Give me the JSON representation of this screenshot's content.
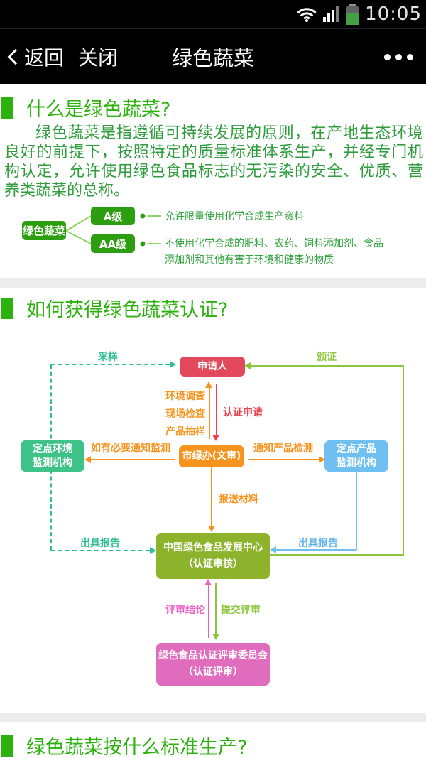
{
  "status_bar": {
    "time": "10:05",
    "icons": [
      "wifi-icon",
      "signal-bars-icon",
      "battery-icon"
    ]
  },
  "nav_bar": {
    "back": "返回",
    "close": "关闭",
    "title": "绿色蔬菜",
    "icons": [
      "chevron-left-icon",
      "ellipsis-menu-icon"
    ]
  },
  "section_what": {
    "title": "什么是绿色蔬菜?",
    "paragraph": "绿色蔬菜是指遵循可持续发展的原则，在产地生态环境良好的前提下，按照特定的质量标准体系生产，并经专门机构认定，允许使用绿色食品标志的无污染的安全、优质、营养类蔬菜的总称。"
  },
  "classification": {
    "root": "绿色蔬菜",
    "levels": [
      {
        "label": "A级",
        "desc": "允许限量使用化学合成生产资料"
      },
      {
        "label": "AA级",
        "desc": "不使用化学合成的肥料、农药、饲料添加剂、食品添加剂和其他有害于环境和健康的物质"
      }
    ]
  },
  "section_cert": {
    "title": "如何获得绿色蔬菜认证?"
  },
  "flowchart": {
    "nodes": {
      "applicant": "申请人",
      "office": "市绿办(文审)",
      "env_agency_line1": "定点环境",
      "env_agency_line2": "监测机构",
      "product_agency_line1": "定点产品",
      "product_agency_line2": "监测机构",
      "center_line1": "中国绿色食品发展中心",
      "center_line2": "（认证审核）",
      "committee_line1": "绿色食品认证评审委员会",
      "committee_line2": "（认证评审）"
    },
    "labels": {
      "sampling": "采样",
      "certificate": "颁证",
      "env_survey_line1": "环境调查",
      "env_survey_line2": "现场检查",
      "env_survey_line3": "产品抽样",
      "cert_apply": "认证申请",
      "notify_env": "如有必要通知监测",
      "notify_product": "通知产品检测",
      "submit_materials": "报送材料",
      "report_left": "出具报告",
      "report_right": "出具报告",
      "review_result": "评审结论",
      "submit_review": "提交评审"
    }
  },
  "section_standard": {
    "title": "绿色蔬菜按什么标准生产?"
  },
  "colors": {
    "header_bg": "#000000",
    "accent_green": "#2cb20e",
    "paragraph_green": "#2f9d3d",
    "box_green": "#2d9e10",
    "connector_light_green": "#8bd45f",
    "teal": "#2dbf90",
    "yellow_green": "#8cc63f",
    "orange": "#f7941e",
    "red": "#e8404d",
    "applicant_red": "#e2495c",
    "emerald": "#3ec287",
    "sky_blue": "#6fc0f0",
    "sky_blue_text": "#5fb6ee",
    "olive_green": "#8db32d",
    "pink": "#ee5fc4",
    "committee_pink": "#df6cbc",
    "battery_green": "#43a047",
    "divider_gray": "#ececec"
  }
}
